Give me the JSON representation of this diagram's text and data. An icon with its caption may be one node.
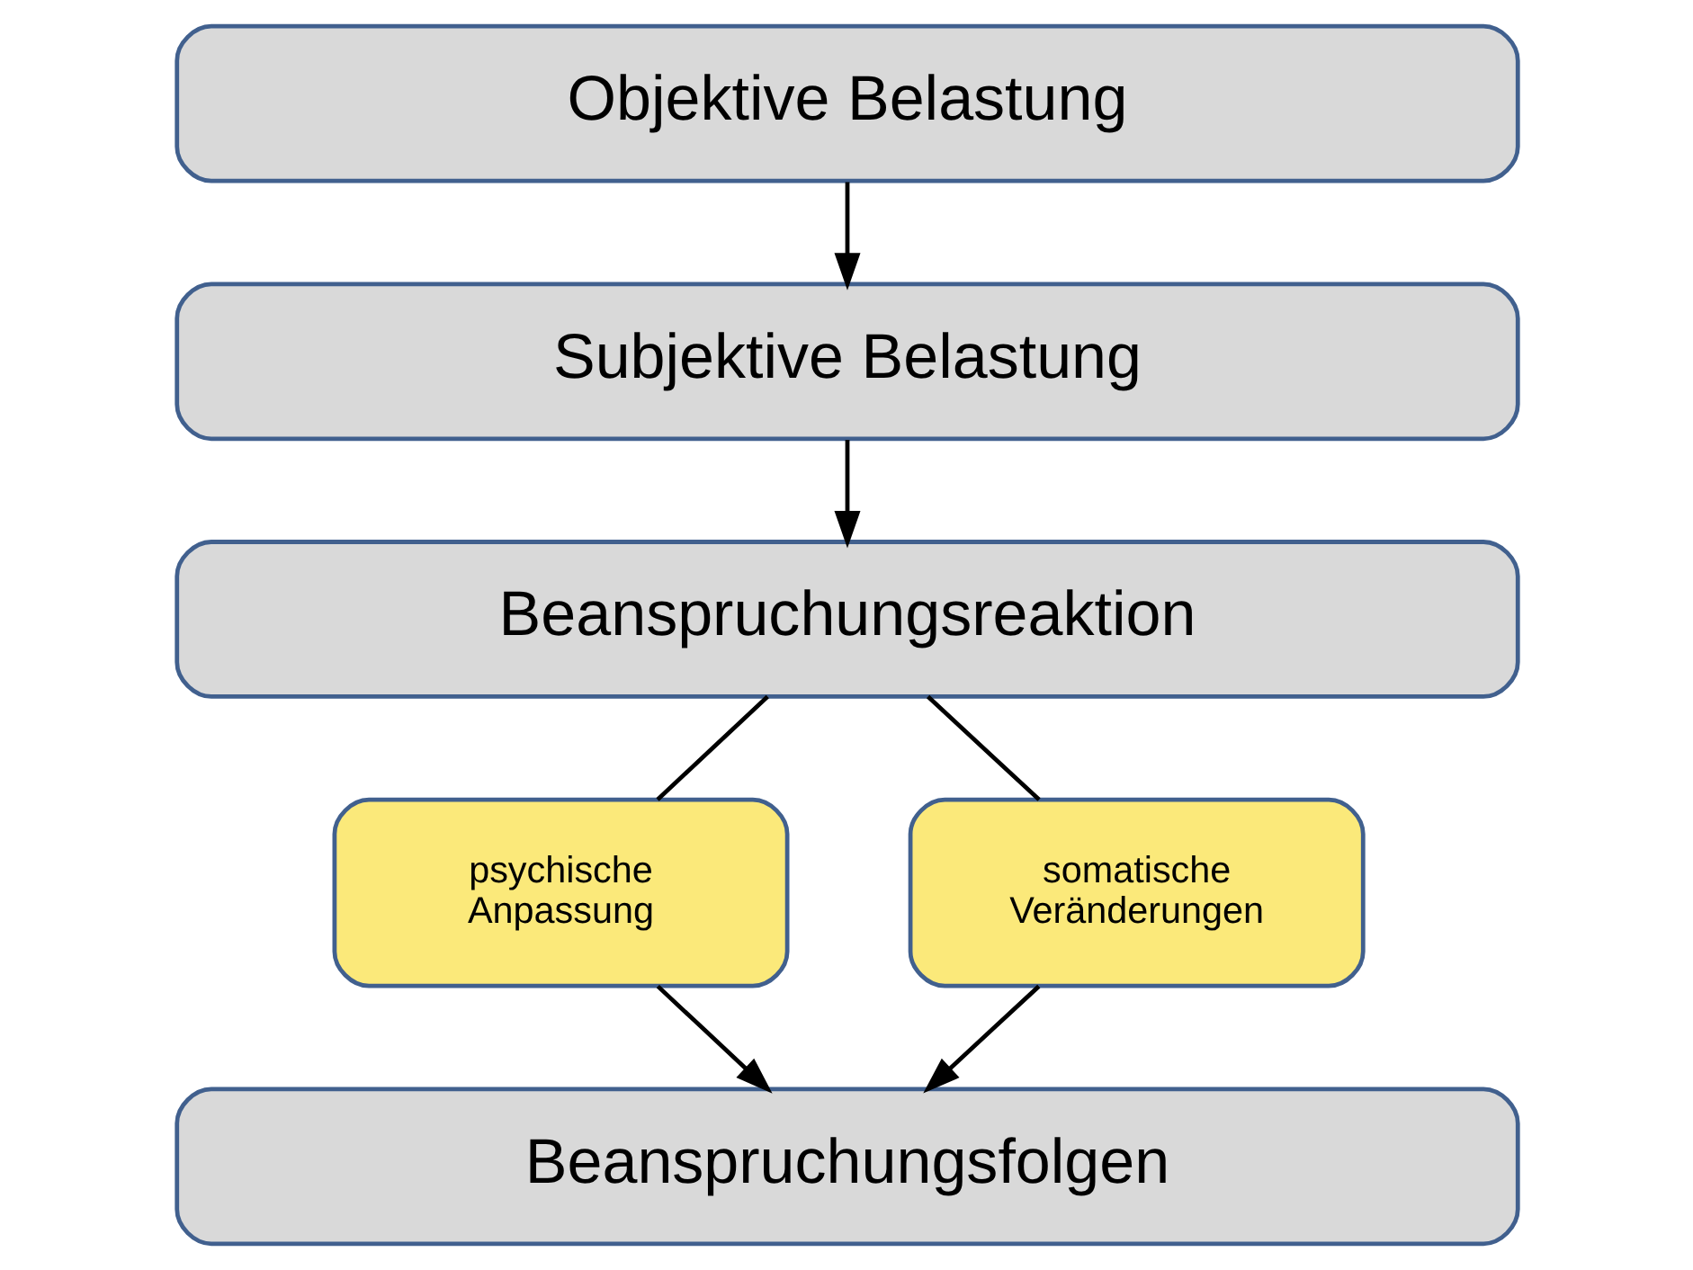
{
  "diagram": {
    "nodes": [
      {
        "text": [
          "Objektive Belastung"
        ]
      },
      {
        "text": [
          "Subjektive Belastung"
        ]
      },
      {
        "text": [
          "Beanspruchungsreaktion"
        ]
      },
      {
        "text": [
          "psychische Anpassung"
        ]
      },
      {
        "text": [
          "somatische Veränderungen"
        ]
      },
      {
        "text": [
          "Beanspruchungsfolgen"
        ]
      }
    ],
    "edges": [
      {
        "from": 0,
        "to": 1,
        "arrow": "to"
      },
      {
        "from": 1,
        "to": 2,
        "arrow": "to"
      },
      {
        "from": 2,
        "to": 3,
        "arrow": "none"
      },
      {
        "from": 2,
        "to": 4,
        "arrow": "none"
      },
      {
        "from": 3,
        "to": 5,
        "arrow": "to"
      },
      {
        "from": 4,
        "to": 5,
        "arrow": "to"
      }
    ]
  }
}
